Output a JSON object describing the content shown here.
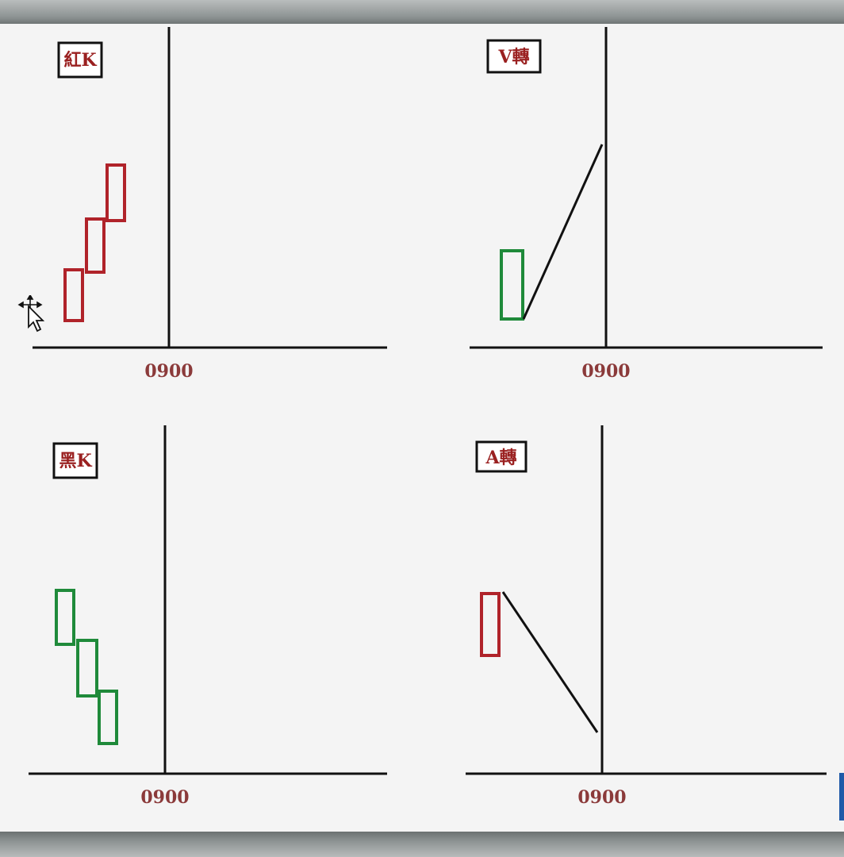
{
  "colors": {
    "up_candle": "#b0232a",
    "down_candle": "#1f8a3a",
    "axis": "#111111",
    "tick_label": "#8b3a3a",
    "title_text": "#9a2020",
    "title_border": "#111111"
  },
  "panels": [
    {
      "title": "紅K",
      "tick_label": "0900",
      "description_shape": "three rising red candles before 0900"
    },
    {
      "title": "V轉",
      "tick_label": "0900",
      "description_shape": "green candle then rising line to 0900"
    },
    {
      "title": "黑K",
      "tick_label": "0900",
      "description_shape": "three falling green candles before 0900"
    },
    {
      "title": "A轉",
      "tick_label": "0900",
      "description_shape": "red candle then falling line to 0900"
    }
  ],
  "cursor_icon": "move-cursor-icon"
}
